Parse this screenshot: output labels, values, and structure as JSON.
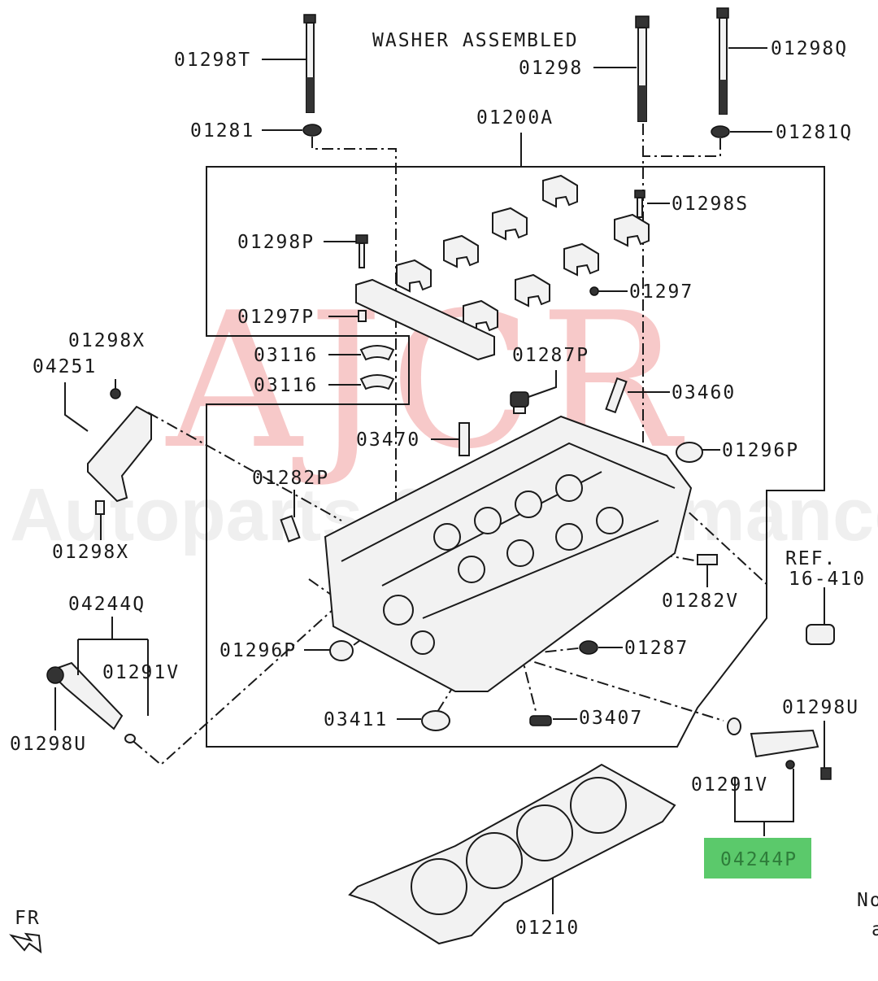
{
  "note_header": "WASHER  ASSEMBLED",
  "watermark": {
    "logo": "AJCR",
    "tagline": "Autoparts & Performance"
  },
  "labels": {
    "p01298T": "01298T",
    "p01298": "01298",
    "p01298Q": "01298Q",
    "p01281": "01281",
    "p01200A": "01200A",
    "p01281Q": "01281Q",
    "p01298S": "01298S",
    "p01298P": "01298P",
    "p01297": "01297",
    "p01297P": "01297P",
    "p01298X_top": "01298X",
    "p04251": "04251",
    "p03116_a": "03116",
    "p03116_b": "03116",
    "p01287P": "01287P",
    "p03460": "03460",
    "p03470": "03470",
    "p01296P_right": "01296P",
    "p01282P": "01282P",
    "p01298X_bottom": "01298X",
    "ref_line1": "REF.",
    "ref_line2": "16-410",
    "p01282V": "01282V",
    "p04244Q": "04244Q",
    "p01291V_left": "01291V",
    "p01296P_left": "01296P",
    "p01287": "01287",
    "p01298U_left": "01298U",
    "p03411": "03411",
    "p03407": "03407",
    "p01298U_right": "01298U",
    "p01291V_right": "01291V",
    "p04244P": "04244P",
    "p01210": "01210",
    "fr": "FR",
    "cut_no": "No",
    "cut_a": "a"
  },
  "highlight": {
    "part": "04244P",
    "color": "#5bc96b"
  },
  "colors": {
    "ink": "#1a1a1a",
    "watermark": "#e85a5a"
  }
}
